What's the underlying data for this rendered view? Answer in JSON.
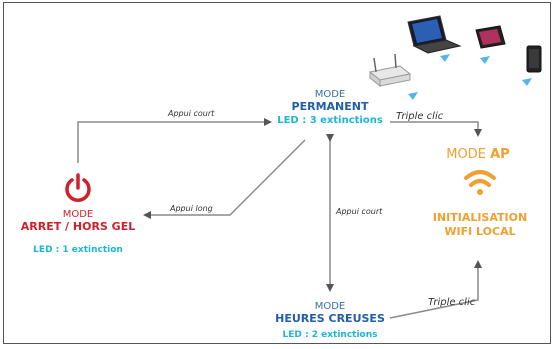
{
  "diagram": {
    "modes": {
      "permanent": {
        "word": "MODE",
        "name": "PERMANENT",
        "led": "LED : 3 extinctions"
      },
      "arret": {
        "word": "MODE",
        "name": "ARRET / HORS GEL",
        "led": "LED : 1 extinction"
      },
      "heures_creuses": {
        "word": "MODE",
        "name": "HEURES CREUSES",
        "led": "LED : 2 extinctions"
      },
      "ap": {
        "word": "MODE",
        "name": "AP",
        "line1": "INITIALISATION",
        "line2": "WIFI LOCAL"
      }
    },
    "arrows": {
      "appui_court_top": "Appui court",
      "appui_long": "Appui long",
      "appui_court_vertical": "Appui court",
      "triple_clic_top": "Triple clic",
      "triple_clic_bottom": "Triple clic"
    },
    "icons": [
      "power-icon",
      "wifi-icon",
      "router-icon",
      "laptop-icon",
      "tablet-icon",
      "smartphone-icon"
    ],
    "colors": {
      "arrow": "#8a8a8a",
      "red": "#d0202a",
      "blue": "#1f5fa8",
      "cyan": "#1cb7d6",
      "orange": "#f0a030"
    }
  }
}
